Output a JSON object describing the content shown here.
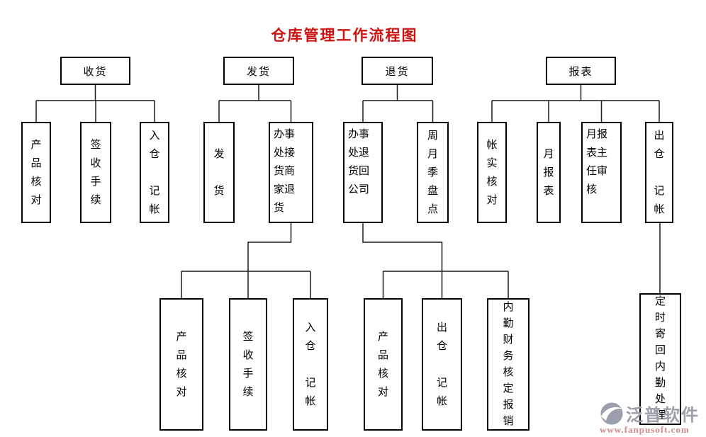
{
  "title": "仓库管理工作流程图",
  "colors": {
    "title_text": "#cc1111",
    "line": "#1a1a1a",
    "box_background": "#ffffff",
    "watermark_brand": "#9ba0aa",
    "watermark_url": "#cf8a8a"
  },
  "nodes": {
    "receiving": "收货",
    "receiving_children": [
      "产品核对",
      "签收手续",
      "入仓\n\n记帐"
    ],
    "shipping": "发货",
    "shipping_children": [
      "发\n\n货",
      "办事处接货商家退货"
    ],
    "shipping_grandchildren": [
      "产品核对",
      "签收手续",
      "入仓\n\n记帐"
    ],
    "returns": "退货",
    "returns_children": [
      "办事处退货回公司",
      "周月季盘点"
    ],
    "returns_grandchildren": [
      "产品核对",
      "出仓\n\n记帐",
      "内勤财务核定报销"
    ],
    "reports": "报表",
    "reports_children": [
      "帐实核对",
      "月报表",
      "月报表主任审核",
      "出仓\n\n记帐"
    ],
    "reports_grandchildren": [
      "定时寄回内勤处理"
    ]
  },
  "watermark": {
    "brand": "泛普软件",
    "url": "www.fanpusoft.com"
  }
}
